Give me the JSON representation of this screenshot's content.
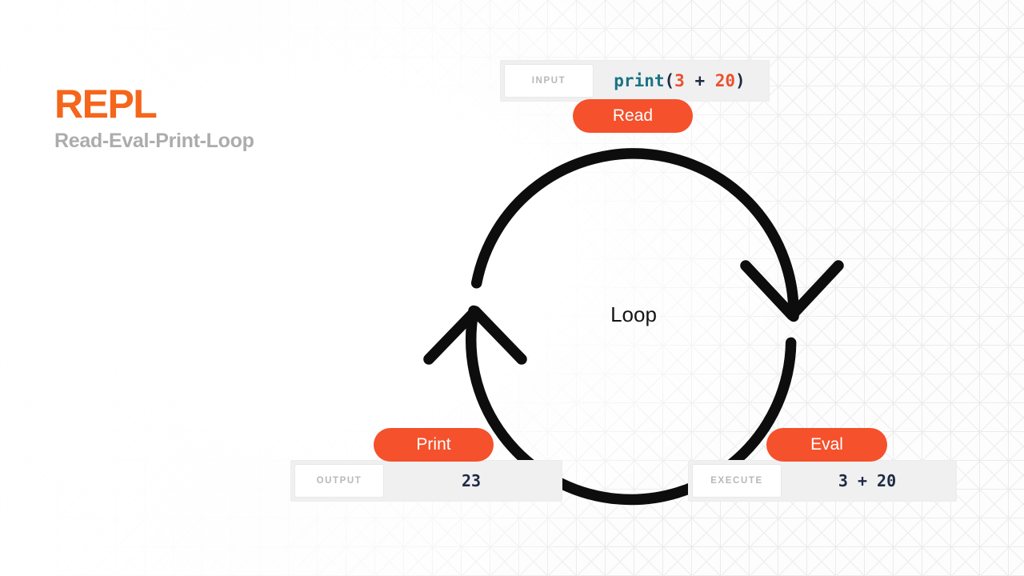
{
  "slide": {
    "title": "REPL",
    "subtitle": "Read-Eval-Print-Loop"
  },
  "diagram": {
    "loop_label": "Loop",
    "steps": {
      "read": "Read",
      "eval": "Eval",
      "print": "Print"
    },
    "input": {
      "label": "INPUT",
      "code": {
        "function": "print",
        "paren_open": "(",
        "operand_left": "3",
        "operator": " + ",
        "operand_right": "20",
        "paren_close": ")"
      }
    },
    "execute": {
      "label": "EXECUTE",
      "expression": "3 + 20"
    },
    "output": {
      "label": "OUTPUT",
      "result": "23"
    }
  },
  "colors": {
    "title_orange": "#F4661C",
    "pill_orange": "#F4512C",
    "code_function_teal": "#1B7483",
    "code_number_orange": "#EB502E",
    "code_punctuation_navy": "#1F2A44",
    "value_navy": "#1F2A44",
    "label_gray": "#B8B8B8",
    "subtitle_gray": "#ACACAC",
    "arrow_black": "#0D0D0D",
    "row_background": "#F0F0F1",
    "pattern_line": "#ECECEC"
  }
}
